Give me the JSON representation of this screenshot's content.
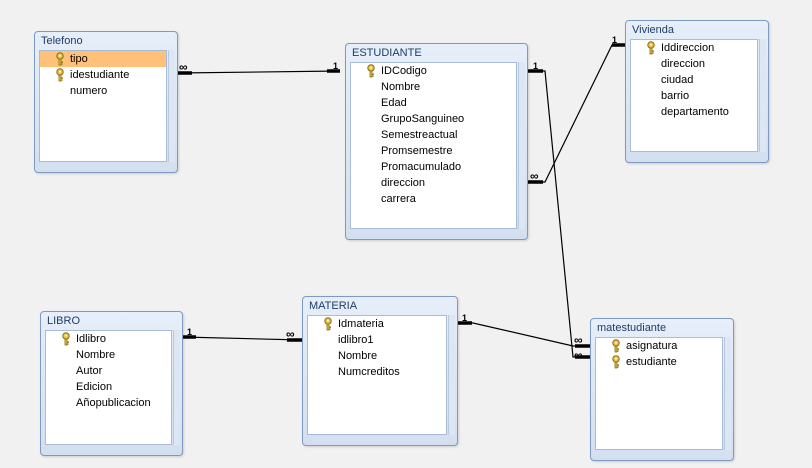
{
  "tables": {
    "telefono": {
      "title": "Telefono",
      "fields": [
        "tipo",
        "idestudiante",
        "numero"
      ]
    },
    "estudiante": {
      "title": "ESTUDIANTE",
      "fields": [
        "IDCodigo",
        "Nombre",
        "Edad",
        "GrupoSanguineo",
        "Semestreactual",
        "Promsemestre",
        "Promacumulado",
        "direccion",
        "carrera"
      ]
    },
    "vivienda": {
      "title": "Vivienda",
      "fields": [
        "Iddireccion",
        "direccion",
        "ciudad",
        "barrio",
        "departamento"
      ]
    },
    "libro": {
      "title": "LIBRO",
      "fields": [
        "Idlibro",
        "Nombre",
        "Autor",
        "Edicion",
        "Añopublicacion"
      ]
    },
    "materia": {
      "title": "MATERIA",
      "fields": [
        "Idmateria",
        "idlibro1",
        "Nombre",
        "Numcreditos"
      ]
    },
    "matestudiante": {
      "title": "matestudiante",
      "fields": [
        "asignatura",
        "estudiante"
      ]
    }
  },
  "relationships": [
    {
      "id": "telefono-estudiante",
      "from_table": "Telefono",
      "from_end": "∞",
      "to_table": "ESTUDIANTE",
      "to_end": "1"
    },
    {
      "id": "estudiante-vivienda",
      "from_table": "ESTUDIANTE",
      "from_end": "∞",
      "to_table": "Vivienda",
      "to_end": "1"
    },
    {
      "id": "estudiante-matestudiante",
      "from_table": "ESTUDIANTE",
      "from_end": "1",
      "to_table": "matestudiante",
      "to_end": "∞"
    },
    {
      "id": "libro-materia",
      "from_table": "LIBRO",
      "from_end": "1",
      "to_table": "MATERIA",
      "to_end": "∞"
    },
    {
      "id": "materia-matestudiante",
      "from_table": "MATERIA",
      "from_end": "1",
      "to_table": "matestudiante",
      "to_end": "∞"
    }
  ],
  "icons": {
    "primary_key": "key-icon"
  },
  "colors": {
    "title_text": "#1f3d67",
    "border": "#7e9ac0",
    "selected_row": "#ffc07a",
    "line": "#000000"
  }
}
